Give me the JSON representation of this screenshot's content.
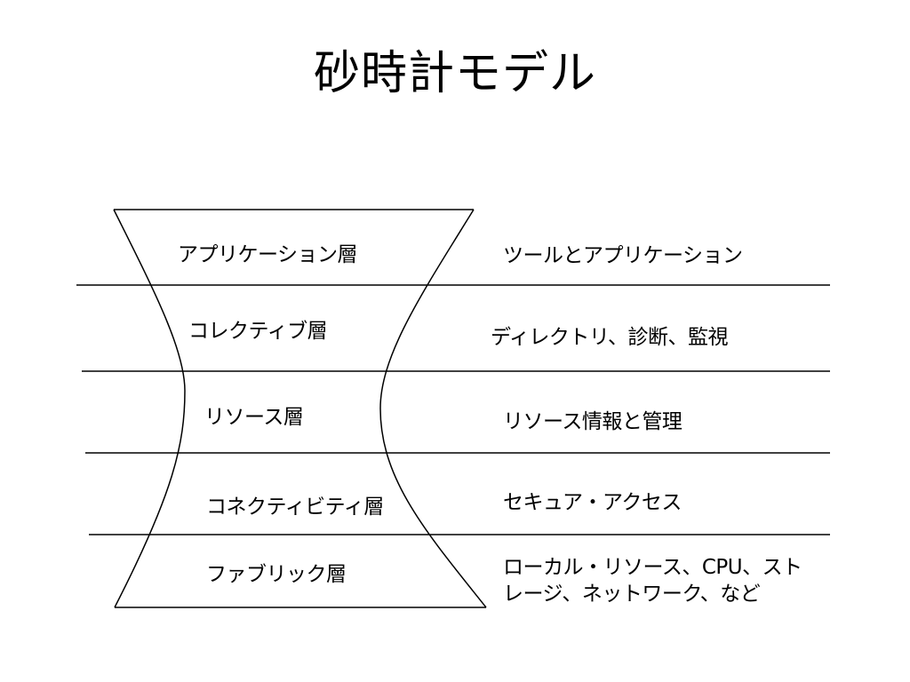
{
  "title": "砂時計モデル",
  "layers": [
    {
      "name": "アプリケーション層",
      "description": "ツールとアプリケーション"
    },
    {
      "name": "コレクティブ層",
      "description": "ディレクトリ、診断、監視"
    },
    {
      "name": "リソース層",
      "description": "リソース情報と管理"
    },
    {
      "name": "コネクティビティ層",
      "description": "セキュア・アクセス"
    },
    {
      "name": "ファブリック層",
      "description_lines": [
        "ローカル・リソース、CPU、スト",
        "レージ、ネットワーク、など"
      ]
    }
  ],
  "colors": {
    "background": "#ffffff",
    "line": "#000000",
    "text": "#000000"
  }
}
